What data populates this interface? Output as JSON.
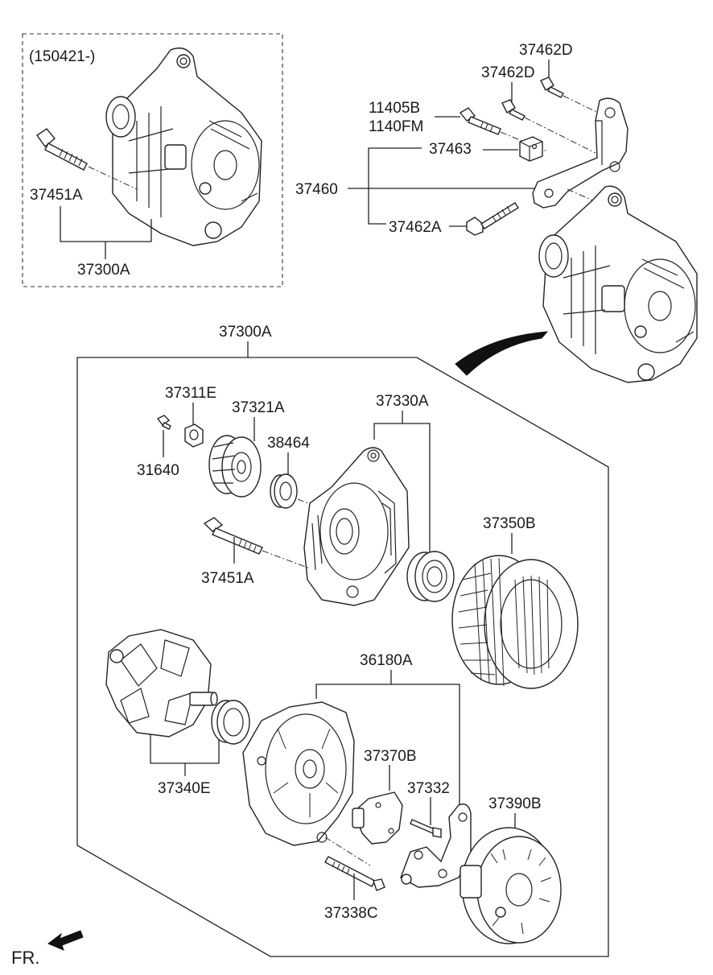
{
  "variant_note": "(150421-)",
  "labels": {
    "inset_bolt": "37451A",
    "inset_alternator": "37300A",
    "bolt_d_upper": "37462D",
    "bolt_d_lower": "37462D",
    "bolt_b": "11405B",
    "bolt_fm": "1140FM",
    "nut_block": "37463",
    "bracket": "37460",
    "bolt_a": "37462A",
    "assembly": "37300A",
    "nut": "37311E",
    "pulley": "37321A",
    "screw": "31640",
    "spacer": "38464",
    "front_bracket": "37330A",
    "through_bolt": "37451A",
    "stator": "37350B",
    "rear_bracket": "36180A",
    "rotor": "37340E",
    "regulator": "37370B",
    "screw_332": "37332",
    "rear_cover": "37390B",
    "bolt_338": "37338C"
  },
  "orientation_label": "FR."
}
